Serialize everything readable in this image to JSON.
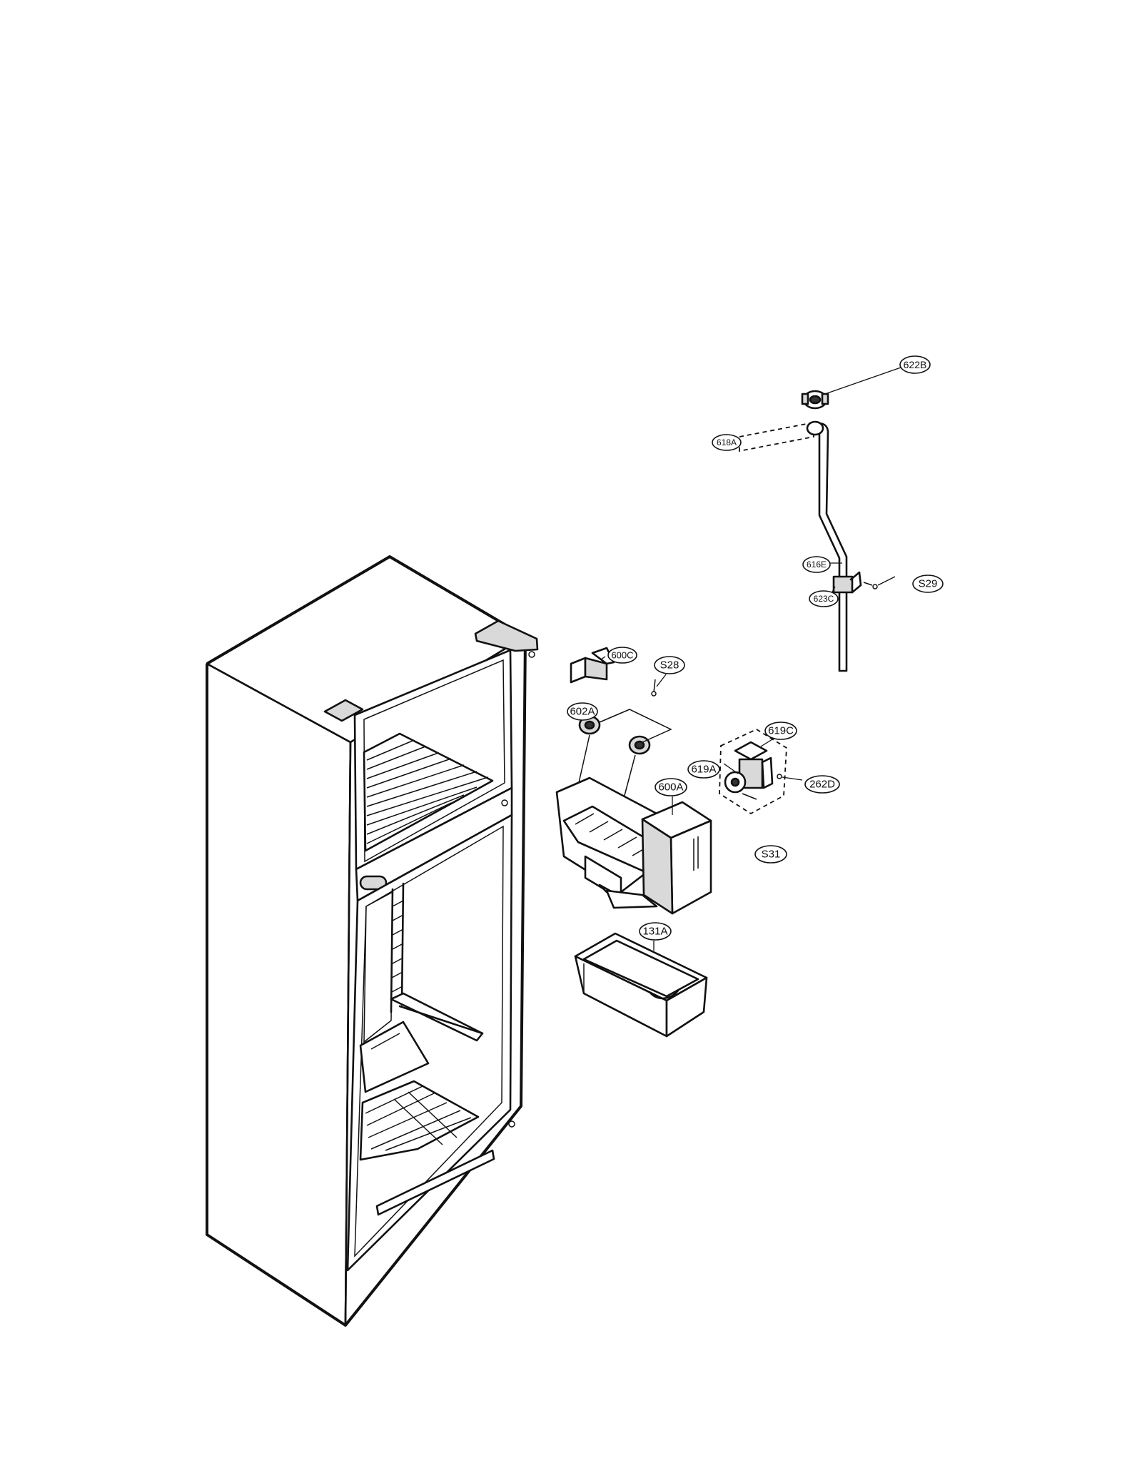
{
  "callouts": [
    {
      "id": "622B",
      "label": "622B"
    },
    {
      "id": "618A",
      "label": "618A"
    },
    {
      "id": "616E",
      "label": "616E"
    },
    {
      "id": "S29",
      "label": "S29"
    },
    {
      "id": "623C",
      "label": "623C"
    },
    {
      "id": "600C",
      "label": "600C"
    },
    {
      "id": "S28",
      "label": "S28"
    },
    {
      "id": "602A",
      "label": "602A"
    },
    {
      "id": "619C",
      "label": "619C"
    },
    {
      "id": "619A",
      "label": "619A"
    },
    {
      "id": "600A",
      "label": "600A"
    },
    {
      "id": "262D",
      "label": "262D"
    },
    {
      "id": "S31",
      "label": "S31"
    },
    {
      "id": "131A",
      "label": "131A"
    }
  ]
}
